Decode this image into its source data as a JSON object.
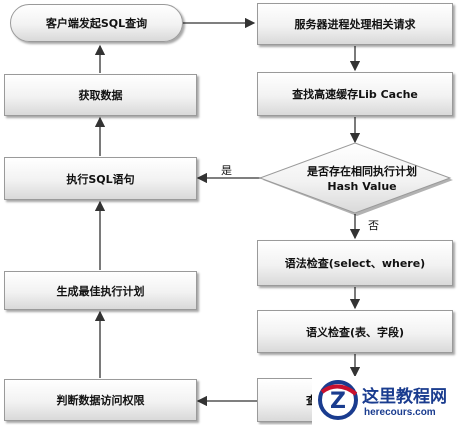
{
  "nodes": {
    "client_sql": "客户端发起SQL查询",
    "server_process": "服务器进程处理相关请求",
    "lib_cache": "查找高速缓存Lib Cache",
    "decision_line1": "是否存在相同执行计划",
    "decision_line2": "Hash Value",
    "syntax_check": "语法检查(select、where)",
    "semantic_check": "语义检查(表、字段)",
    "bottom_right": "查",
    "access_check": "判断数据访问权限",
    "best_plan": "生成最佳执行计划",
    "execute_sql": "执行SQL语句",
    "fetch_data": "获取数据"
  },
  "edge_labels": {
    "yes": "是",
    "no": "否"
  },
  "watermark": {
    "title": "这里教程网",
    "url": "herecours.com",
    "logo_letter": "Z"
  },
  "colors": {
    "node_border": "#9a9a9a",
    "arrow": "#333333",
    "watermark_blue": "#1a3c8f",
    "watermark_red": "#c8102e"
  }
}
